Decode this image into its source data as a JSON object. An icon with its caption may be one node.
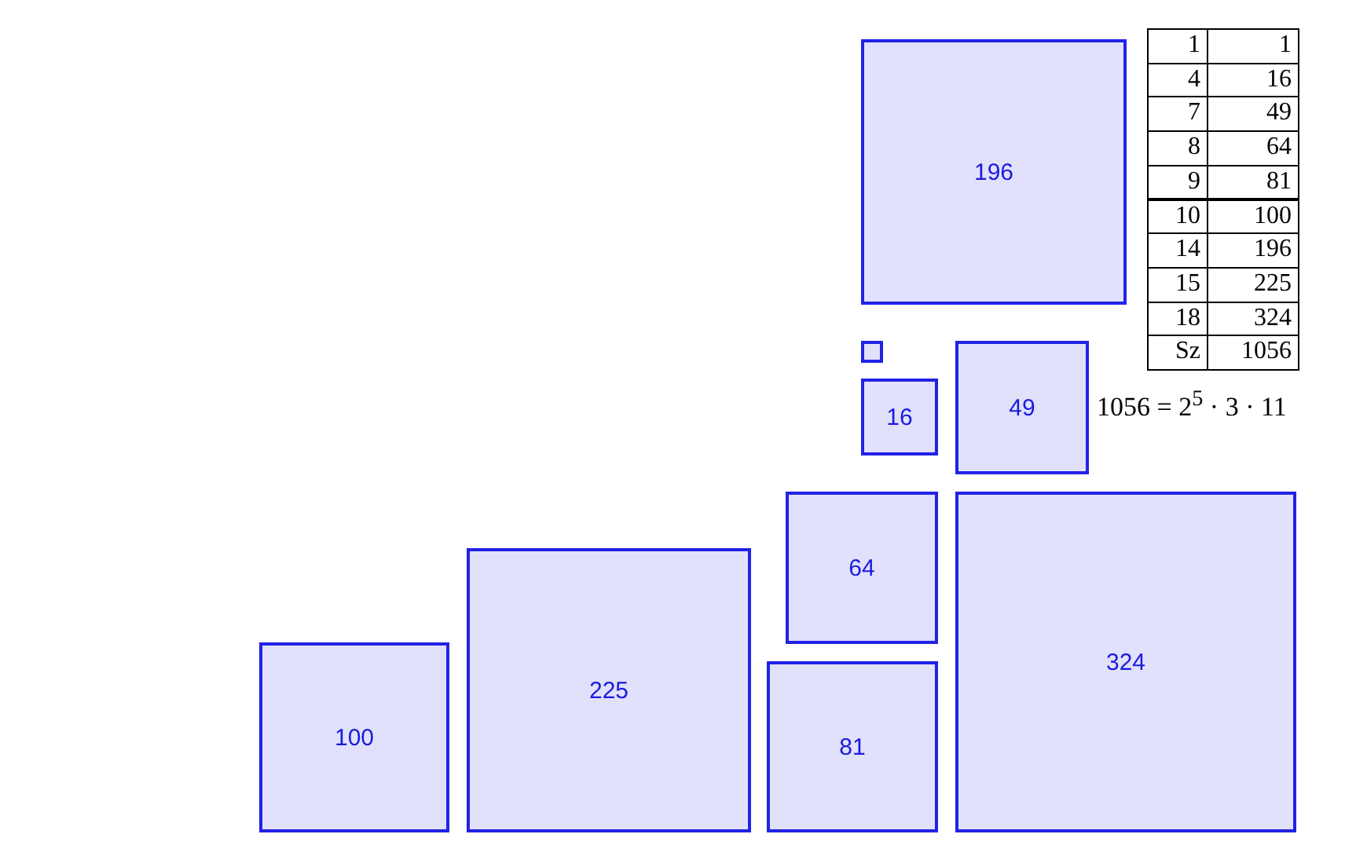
{
  "diagram": {
    "nodes": [
      {
        "text": [
          "196"
        ]
      },
      {
        "text": [],
        "shape": "box"
      },
      {
        "text": [
          "49"
        ]
      },
      {
        "text": [
          "16"
        ]
      },
      {
        "text": [
          "64"
        ]
      },
      {
        "text": [
          "324"
        ]
      },
      {
        "text": [
          "225"
        ]
      },
      {
        "text": [
          "100"
        ]
      },
      {
        "text": [
          "81"
        ]
      }
    ],
    "labels": [
      "1",
      "1",
      "4",
      "16",
      "7",
      "49",
      "8",
      "64",
      "9",
      "81",
      "10",
      "100",
      "14",
      "196",
      "15",
      "225",
      "18",
      "324",
      "Sz",
      "1056",
      "1056 = 2$^{5}$ · 3 · 11"
    ]
  }
}
